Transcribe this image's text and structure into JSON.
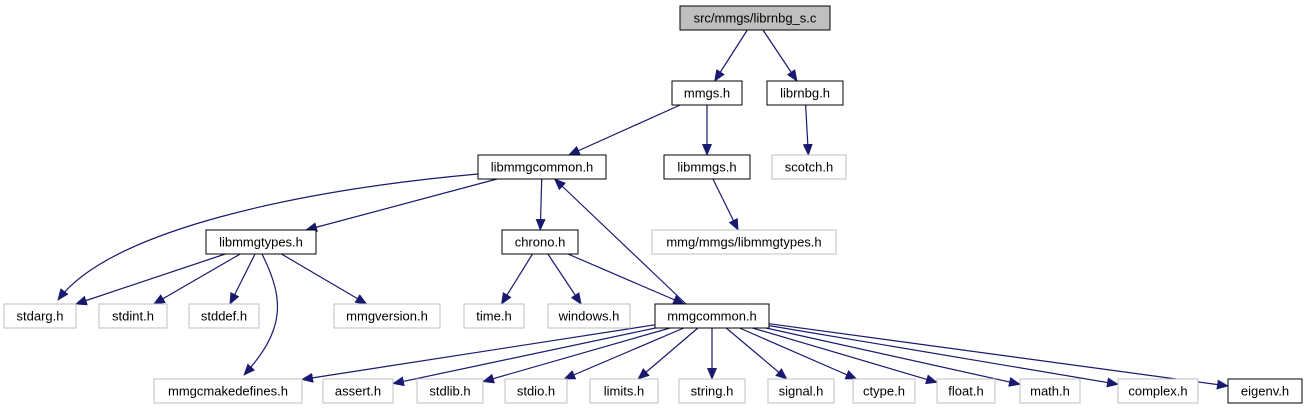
{
  "colors": {
    "edge": "#191970",
    "root_fill": "#bfbfbf",
    "project_border": "#000000",
    "external_border": "#bfbfbf",
    "background": "#ffffff"
  },
  "nodes": [
    {
      "id": "root",
      "label": "src/mmgs/librnbg_s.c",
      "kind": "root"
    },
    {
      "id": "mmgs_h",
      "label": "mmgs.h",
      "kind": "project"
    },
    {
      "id": "librnbg_h",
      "label": "librnbg.h",
      "kind": "project"
    },
    {
      "id": "libmmgcommon_h",
      "label": "libmmgcommon.h",
      "kind": "project"
    },
    {
      "id": "libmmgs_h",
      "label": "libmmgs.h",
      "kind": "project"
    },
    {
      "id": "scotch_h",
      "label": "scotch.h",
      "kind": "external"
    },
    {
      "id": "libmmgtypes_h",
      "label": "libmmgtypes.h",
      "kind": "project"
    },
    {
      "id": "chrono_h",
      "label": "chrono.h",
      "kind": "project"
    },
    {
      "id": "mmg_libmmgtypes_h",
      "label": "mmg/mmgs/libmmgtypes.h",
      "kind": "external"
    },
    {
      "id": "stdarg_h",
      "label": "stdarg.h",
      "kind": "external"
    },
    {
      "id": "stdint_h",
      "label": "stdint.h",
      "kind": "external"
    },
    {
      "id": "stddef_h",
      "label": "stddef.h",
      "kind": "external"
    },
    {
      "id": "mmgversion_h",
      "label": "mmgversion.h",
      "kind": "external"
    },
    {
      "id": "time_h",
      "label": "time.h",
      "kind": "external"
    },
    {
      "id": "windows_h",
      "label": "windows.h",
      "kind": "external"
    },
    {
      "id": "mmgcommon_h",
      "label": "mmgcommon.h",
      "kind": "project"
    },
    {
      "id": "mmgcmakedefines_h",
      "label": "mmgcmakedefines.h",
      "kind": "external"
    },
    {
      "id": "assert_h",
      "label": "assert.h",
      "kind": "external"
    },
    {
      "id": "stdlib_h",
      "label": "stdlib.h",
      "kind": "external"
    },
    {
      "id": "stdio_h",
      "label": "stdio.h",
      "kind": "external"
    },
    {
      "id": "limits_h",
      "label": "limits.h",
      "kind": "external"
    },
    {
      "id": "string_h",
      "label": "string.h",
      "kind": "external"
    },
    {
      "id": "signal_h",
      "label": "signal.h",
      "kind": "external"
    },
    {
      "id": "ctype_h",
      "label": "ctype.h",
      "kind": "external"
    },
    {
      "id": "float_h",
      "label": "float.h",
      "kind": "external"
    },
    {
      "id": "math_h",
      "label": "math.h",
      "kind": "external"
    },
    {
      "id": "complex_h",
      "label": "complex.h",
      "kind": "external"
    },
    {
      "id": "eigenv_h",
      "label": "eigenv.h",
      "kind": "project"
    }
  ],
  "edges": [
    {
      "from": "root",
      "to": "mmgs_h"
    },
    {
      "from": "root",
      "to": "librnbg_h"
    },
    {
      "from": "mmgs_h",
      "to": "libmmgcommon_h"
    },
    {
      "from": "mmgs_h",
      "to": "libmmgs_h"
    },
    {
      "from": "librnbg_h",
      "to": "scotch_h"
    },
    {
      "from": "libmmgs_h",
      "to": "mmg_libmmgtypes_h"
    },
    {
      "from": "libmmgcommon_h",
      "to": "stdarg_h"
    },
    {
      "from": "libmmgcommon_h",
      "to": "libmmgtypes_h"
    },
    {
      "from": "libmmgcommon_h",
      "to": "chrono_h"
    },
    {
      "from": "libmmgtypes_h",
      "to": "stdarg_h"
    },
    {
      "from": "libmmgtypes_h",
      "to": "stdint_h"
    },
    {
      "from": "libmmgtypes_h",
      "to": "stddef_h"
    },
    {
      "from": "libmmgtypes_h",
      "to": "mmgversion_h"
    },
    {
      "from": "libmmgtypes_h",
      "to": "mmgcmakedefines_h"
    },
    {
      "from": "chrono_h",
      "to": "time_h"
    },
    {
      "from": "chrono_h",
      "to": "windows_h"
    },
    {
      "from": "chrono_h",
      "to": "mmgcommon_h"
    },
    {
      "from": "mmgcommon_h",
      "to": "libmmgcommon_h"
    },
    {
      "from": "mmgcommon_h",
      "to": "mmgcmakedefines_h"
    },
    {
      "from": "mmgcommon_h",
      "to": "assert_h"
    },
    {
      "from": "mmgcommon_h",
      "to": "stdlib_h"
    },
    {
      "from": "mmgcommon_h",
      "to": "stdio_h"
    },
    {
      "from": "mmgcommon_h",
      "to": "limits_h"
    },
    {
      "from": "mmgcommon_h",
      "to": "string_h"
    },
    {
      "from": "mmgcommon_h",
      "to": "signal_h"
    },
    {
      "from": "mmgcommon_h",
      "to": "ctype_h"
    },
    {
      "from": "mmgcommon_h",
      "to": "float_h"
    },
    {
      "from": "mmgcommon_h",
      "to": "math_h"
    },
    {
      "from": "mmgcommon_h",
      "to": "complex_h"
    },
    {
      "from": "mmgcommon_h",
      "to": "eigenv_h"
    }
  ]
}
